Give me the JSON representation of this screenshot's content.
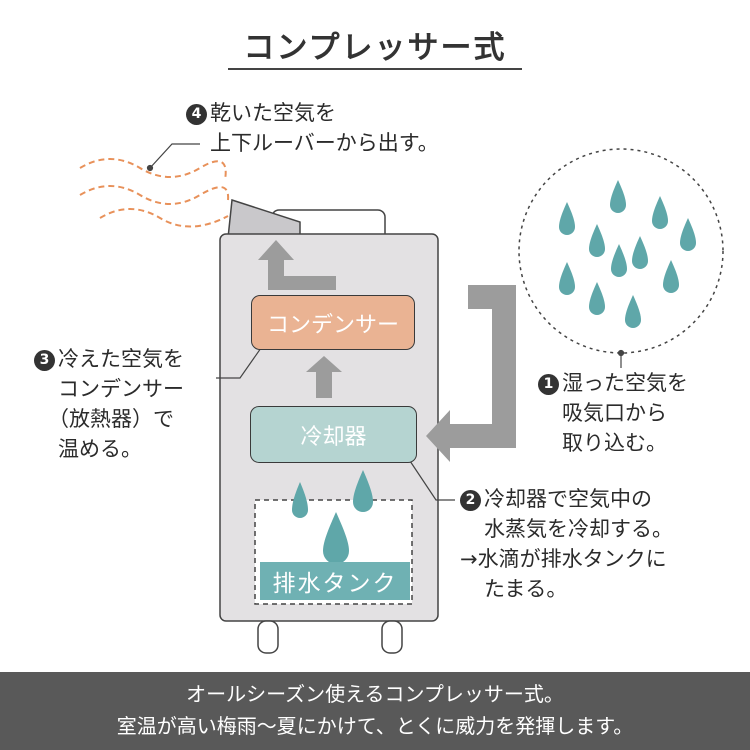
{
  "title": "コンプレッサー式",
  "step1": {
    "num": "1",
    "lines": [
      "湿った空気を",
      "吸気口から",
      "取り込む。"
    ]
  },
  "step2": {
    "num": "2",
    "lines": [
      "冷却器で空気中の",
      "水蒸気を冷却する。",
      "→水滴が排水タンクに",
      "たまる。"
    ]
  },
  "step3": {
    "num": "3",
    "lines": [
      "冷えた空気を",
      "コンデンサー",
      "（放熱器）で",
      "温める。"
    ]
  },
  "step4": {
    "num": "4",
    "lines": [
      "乾いた空気を",
      "上下ルーバーから出す。"
    ]
  },
  "condenser_label": "コンデンサー",
  "cooler_label": "冷却器",
  "tank_label": "排水タンク",
  "footer": {
    "line1": "オールシーズン使えるコンプレッサー式。",
    "line2": "室温が高い梅雨〜夏にかけて、とくに威力を発揮します。"
  },
  "colors": {
    "body": "#e3e1e3",
    "arrow": "#9c9c9c",
    "condenser": "#eab393",
    "cooler": "#b5d4d1",
    "water": "#5fa7a9",
    "dry_air": "#e8915a",
    "footer": "#595959"
  },
  "icons": [
    "water-drop-icon",
    "wavy-air-icon",
    "flow-arrow-icon"
  ]
}
